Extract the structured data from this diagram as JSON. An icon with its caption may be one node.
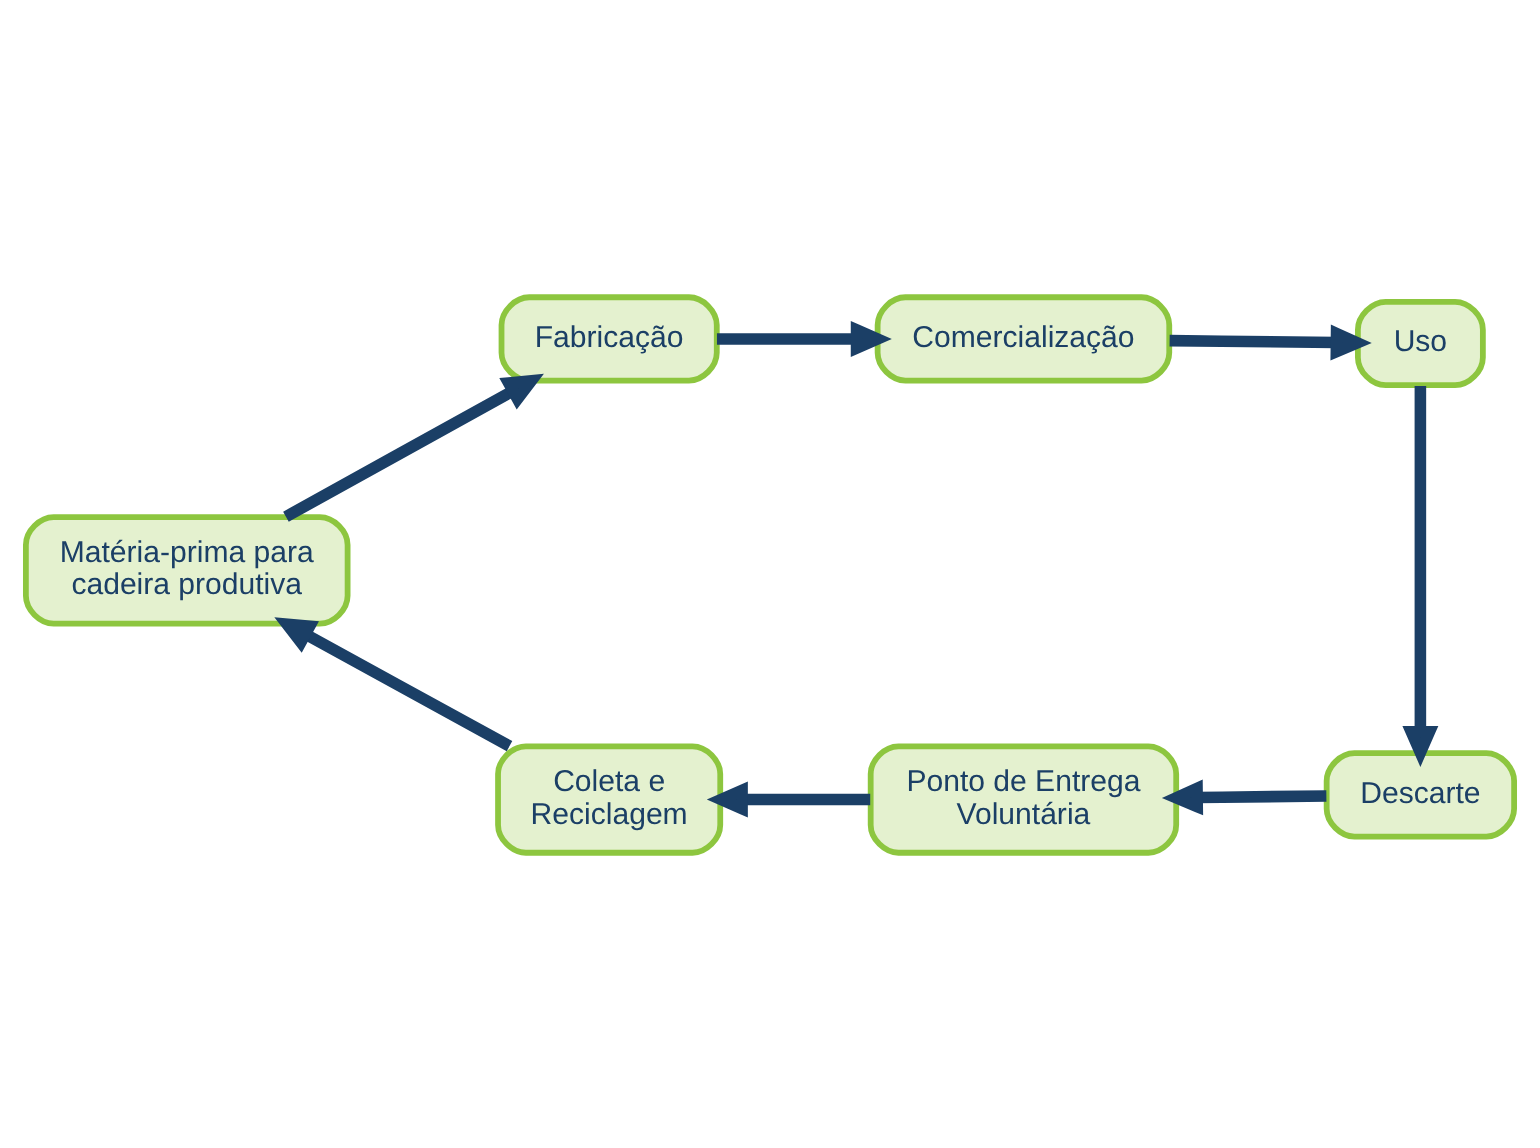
{
  "diagram": {
    "nodes": [
      {
        "text": [
          "Matéria-prima para cadeira produtiva"
        ]
      },
      {
        "text": [
          "Fabricação"
        ]
      },
      {
        "text": [
          "Comercialização"
        ]
      },
      {
        "text": [
          "Uso"
        ]
      },
      {
        "text": [
          "Descarte"
        ]
      },
      {
        "text": [
          "Ponto de Entrega Voluntária"
        ]
      },
      {
        "text": [
          "Coleta e Reciclagem"
        ]
      }
    ],
    "edges": [
      {
        "from": 0,
        "to": 1,
        "arrow": "to"
      },
      {
        "from": 1,
        "to": 2,
        "arrow": "to"
      },
      {
        "from": 2,
        "to": 3,
        "arrow": "to"
      },
      {
        "from": 3,
        "to": 4,
        "arrow": "to"
      },
      {
        "from": 4,
        "to": 5,
        "arrow": "to"
      },
      {
        "from": 5,
        "to": 6,
        "arrow": "to"
      },
      {
        "from": 6,
        "to": 0,
        "arrow": "to"
      }
    ]
  }
}
